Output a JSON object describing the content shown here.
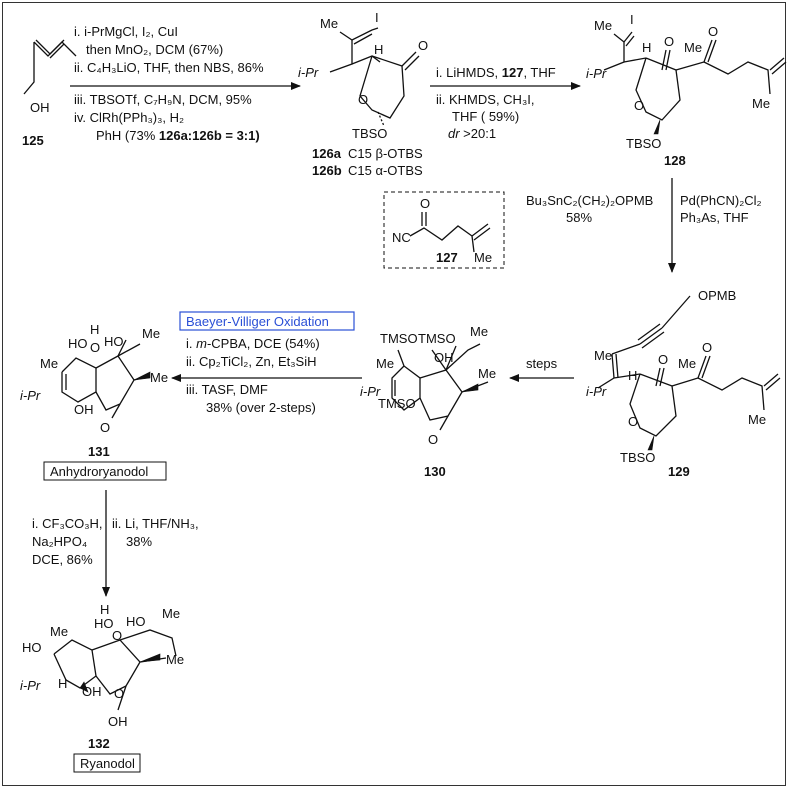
{
  "compounds": {
    "c125": "125",
    "c126_a": "126a",
    "c126_a_note": "C15 β-OTBS",
    "c126_b": "126b",
    "c126_b_note": "C15 α-OTBS",
    "c127": "127",
    "c128": "128",
    "c129": "129",
    "c130": "130",
    "c131": "131",
    "c131_name": "Anhydroryanodol",
    "c132": "132",
    "c132_name": "Ryanodol"
  },
  "atoms": {
    "OH": "OH",
    "O": "O",
    "Me": "Me",
    "I": "I",
    "H": "H",
    "iPr": "i-Pr",
    "TBSO": "TBSO",
    "TMSO": "TMSO",
    "HO": "HO",
    "OPMB": "OPMB",
    "NC": "NC"
  },
  "steps": {
    "s1": {
      "l1": "i. i-PrMgCl, I₂, CuI",
      "l2": "then MnO₂, DCM (67%)",
      "l3": "ii. C₄H₃LiO, THF, then NBS, 86%",
      "l4": "iii. TBSOTf, C₇H₉N, DCM, 95%",
      "l5": "iv. ClRh(PPh₃)₃, H₂",
      "l6a": "PhH (73% ",
      "l6b": "126a:126b = 3:1)"
    },
    "s2": {
      "l1": "i. LiHMDS, 127, THF",
      "l2": "ii. KHMDS, CH₃I,",
      "l3": "THF ( 59%)",
      "l4": "dr >20:1"
    },
    "s3": {
      "left1": "Bu₃SnC₂(CH₂)₂OPMB",
      "left2": "58%",
      "right1": "Pd(PhCN)₂Cl₂",
      "right2": "Ph₃As, THF"
    },
    "s4": {
      "label": "steps"
    },
    "s5": {
      "title": "Baeyer-Villiger Oxidation",
      "l1": "i. m-CPBA, DCE (54%)",
      "l2": "ii. Cp₂TiCl₂, Zn, Et₃SiH",
      "l3": "iii. TASF, DMF",
      "l4": "38% (over 2-steps)"
    },
    "s6": {
      "l1": "i. CF₃CO₃H,",
      "l2": "Na₂HPO₄",
      "l3": "DCE, 86%",
      "r1": "ii. Li, THF/NH₃,",
      "r2": "38%"
    }
  }
}
